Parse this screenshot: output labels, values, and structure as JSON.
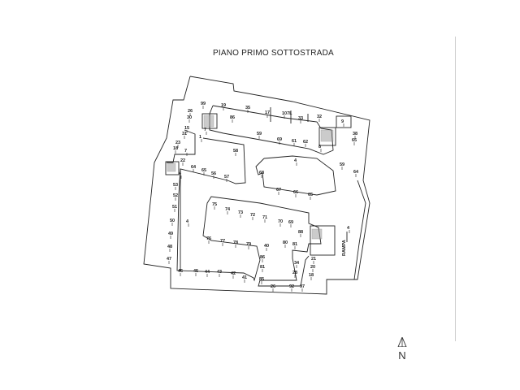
{
  "title": "PIANO PRIMO SOTTOSTRADA",
  "north_label": "N",
  "zone_label": "RAMPA",
  "labels": [
    "99",
    "26",
    "30",
    "15",
    "31",
    "23",
    "18",
    "7",
    "7",
    "1",
    "19",
    "35",
    "86",
    "17",
    "107L",
    "33",
    "32",
    "9",
    "38",
    "65",
    "59",
    "69",
    "61",
    "62",
    "58",
    "8",
    "4",
    "22",
    "59",
    "64",
    "4",
    "64",
    "65",
    "56",
    "57",
    "68",
    "53",
    "52",
    "51",
    "50",
    "4",
    "49",
    "48",
    "47",
    "46",
    "45",
    "44",
    "43",
    "42",
    "41",
    "85",
    "26",
    "92",
    "97",
    "18",
    "20",
    "21",
    "28",
    "34",
    "67",
    "66",
    "65",
    "75",
    "74",
    "73",
    "72",
    "71",
    "70",
    "69",
    "88",
    "76",
    "77",
    "78",
    "79",
    "40",
    "80",
    "81",
    "86",
    "81",
    "4"
  ]
}
